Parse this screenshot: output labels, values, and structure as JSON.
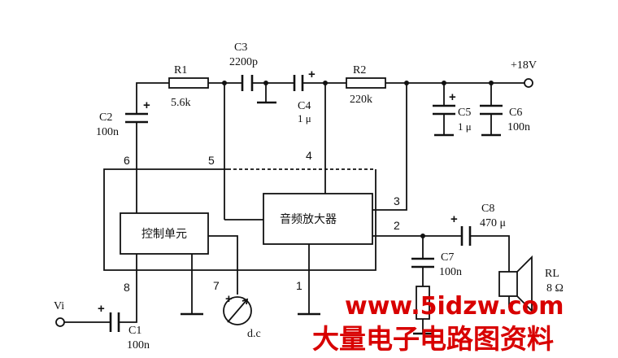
{
  "supply": {
    "label": "+18V"
  },
  "blocks": {
    "control_unit": "控制单元",
    "audio_amp": "音频放大器"
  },
  "components": {
    "r1": {
      "name": "R1",
      "value": "5.6k"
    },
    "r2": {
      "name": "R2",
      "value": "220k"
    },
    "c1": {
      "name": "C1",
      "value": "100n"
    },
    "c2": {
      "name": "C2",
      "value": "100n"
    },
    "c3": {
      "name": "C3",
      "value": "2200p"
    },
    "c4": {
      "name": "C4",
      "value": "1 μ"
    },
    "c5": {
      "name": "C5",
      "value": "1 μ"
    },
    "c6": {
      "name": "C6",
      "value": "100n"
    },
    "c7": {
      "name": "C7",
      "value": "100n"
    },
    "c8": {
      "name": "C8",
      "value": "470 μ"
    },
    "rl": {
      "name": "RL",
      "value": "8 Ω"
    }
  },
  "pins": [
    "1",
    "2",
    "3",
    "4",
    "5",
    "6",
    "7",
    "8"
  ],
  "input": {
    "label": "Vi"
  },
  "meter": {
    "label": "d.c"
  },
  "plus_sign": "+",
  "watermark": {
    "url": "www.5idzw.com",
    "title": "大量电子电路图资料"
  }
}
